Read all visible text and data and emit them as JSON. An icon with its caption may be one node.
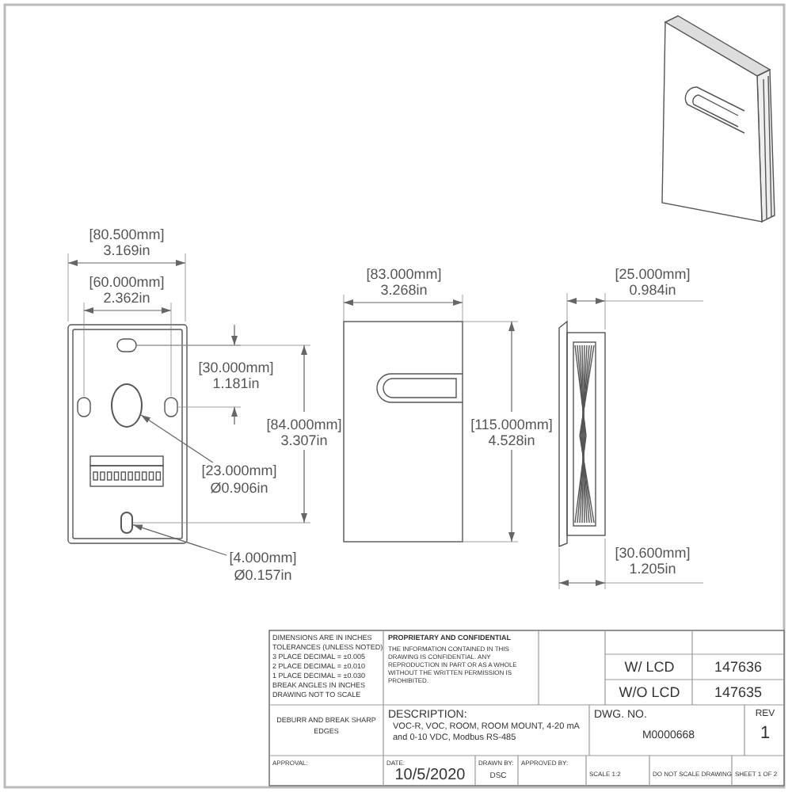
{
  "diagram": {
    "nodes": [
      {
        "text": [],
        "shape": "circle"
      },
      {
        "text": [
          "[23.000mm]",
          "Ø0.906in"
        ]
      },
      {
        "text": [],
        "shape": "slot"
      },
      {
        "text": [
          "[4.000mm]",
          "Ø0.157in"
        ]
      }
    ],
    "edges": [
      {
        "from": 1,
        "to": 0,
        "arrow": "to"
      },
      {
        "from": 3,
        "to": 2,
        "arrow": "to"
      }
    ],
    "labels": [
      "[80.500mm]",
      "3.169in",
      "[60.000mm]",
      "2.362in",
      "[83.000mm]",
      "3.268in",
      "[25.000mm]",
      "0.984in",
      "[30.000mm]",
      "1.181in",
      "[84.000mm]",
      "3.307in",
      "[115.000mm]",
      "4.528in",
      "[30.600mm]",
      "1.205in",
      "DIMENSIONS ARE IN INCHES",
      "TOLERANCES (UNLESS NOTED)",
      "3 PLACE DECIMAL = ±0.005",
      "2 PLACE DECIMAL = ±0.010",
      "1 PLACE DECIMAL = ±0.030",
      "BREAK ANGLES IN INCHES",
      "DRAWING NOT TO SCALE",
      "PROPRIETARY AND CONFIDENTIAL",
      "THE INFORMATION CONTAINED IN THIS DRAWING IS CONFIDENTIAL. ANY REPRODUCTION IN PART OR AS A WHOLE WITHOUT THE WRITTEN PERMISSION IS PROHIBITED.",
      "W/ LCD",
      "147636",
      "W/O LCD",
      "147635",
      "DEBURR AND BREAK SHARP EDGES",
      "DESCRIPTION:",
      "VOC-R, VOC, ROOM, ROOM MOUNT, 4-20 mA and 0-10 VDC, Modbus RS-485",
      "DWG. NO.",
      "M0000668",
      "REV",
      "1",
      "APPROVAL:",
      "DATE:",
      "10/5/2020",
      "DRAWN BY:",
      "DSC",
      "APPROVED BY:",
      "SCALE 1:2",
      "DO NOT SCALE DRAWING",
      "SHEET 1 OF 2"
    ]
  }
}
